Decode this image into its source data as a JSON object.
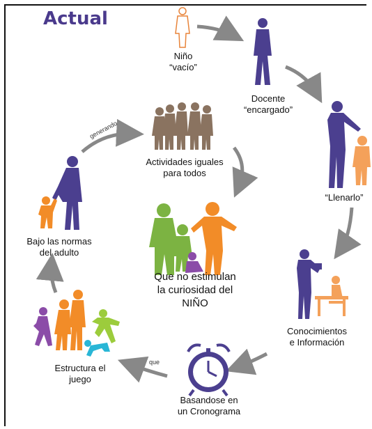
{
  "title": "Actual",
  "nodes": {
    "nino": {
      "line1": "Niño",
      "line2": "“vacío”"
    },
    "docente": {
      "line1": "Docente",
      "line2": "“encargado”"
    },
    "llenarlo": {
      "line1": "“Llenarlo”"
    },
    "conocimientos": {
      "line1": "Conocimientos",
      "line2": "e Información"
    },
    "cronograma": {
      "line1": "Basandose en",
      "line2": "un Cronograma"
    },
    "estructura": {
      "line1": "Estructura el",
      "line2": "juego"
    },
    "normas": {
      "line1": "Bajo las normas",
      "line2": "del adulto"
    },
    "actividades": {
      "line1": "Actividades iguales",
      "line2": "para todos"
    }
  },
  "center": {
    "line1": "Que no estimulan",
    "line2": "la curiosidad del",
    "line3": "NIÑO"
  },
  "connectors": {
    "que": "que",
    "generando": "generando"
  },
  "colors": {
    "title": "#4a3a8c",
    "purple": "#4b3f8f",
    "brown": "#8a7360",
    "green": "#7cb342",
    "orange": "#f28c28",
    "violet": "#8b4ca8",
    "cyan": "#29b6d6",
    "lime": "#9ccc3c",
    "arrow": "#888888"
  }
}
